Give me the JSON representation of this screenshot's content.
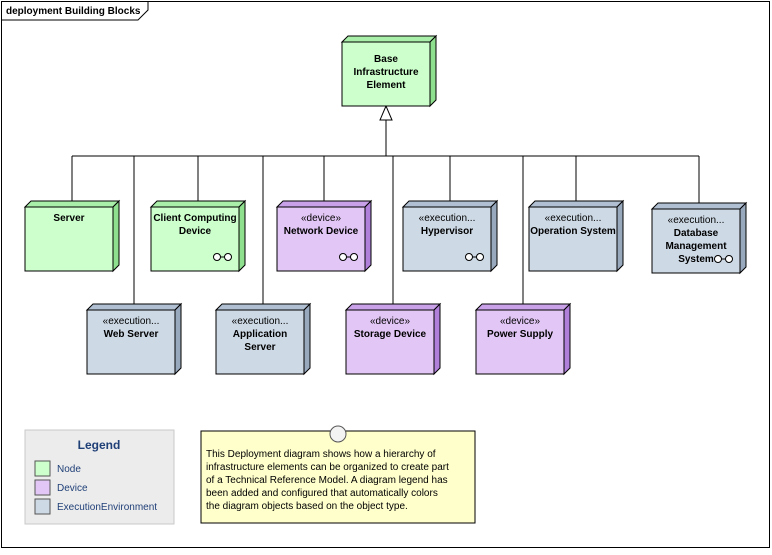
{
  "diagram": {
    "frame_title": "deployment Building Blocks",
    "colors": {
      "node_front": "#ccffcc",
      "node_side": "#8ee08e",
      "node_top": "#a9eea9",
      "device_front": "#e2c6f5",
      "device_side": "#b07fd9",
      "device_top": "#c9a1e8",
      "exec_front": "#cdd9e5",
      "exec_side": "#98a9bd",
      "exec_top": "#b0c0d2",
      "line": "#000000",
      "legend_bg": "#ececec",
      "note_bg": "#ffffcc"
    },
    "elements": [
      {
        "id": "base",
        "kind": "node",
        "stereotype": "",
        "lines": [
          "Base",
          "Infrastructure",
          "Element"
        ],
        "icon": false
      },
      {
        "id": "server",
        "kind": "node",
        "stereotype": "",
        "lines": [
          "Server"
        ],
        "icon": false
      },
      {
        "id": "client",
        "kind": "node",
        "stereotype": "",
        "lines": [
          "Client Computing",
          "Device"
        ],
        "icon": true
      },
      {
        "id": "network",
        "kind": "device",
        "stereotype": "«device»",
        "lines": [
          "Network Device"
        ],
        "icon": true
      },
      {
        "id": "hypervisor",
        "kind": "exec",
        "stereotype": "«execution...",
        "lines": [
          "Hypervisor"
        ],
        "icon": true
      },
      {
        "id": "os",
        "kind": "exec",
        "stereotype": "«execution...",
        "lines": [
          "Operation System"
        ],
        "icon": false
      },
      {
        "id": "dbms",
        "kind": "exec",
        "stereotype": "«execution...",
        "lines": [
          "Database",
          "Management",
          "System"
        ],
        "icon": true
      },
      {
        "id": "web",
        "kind": "exec",
        "stereotype": "«execution...",
        "lines": [
          "Web Server"
        ],
        "icon": false
      },
      {
        "id": "app",
        "kind": "exec",
        "stereotype": "«execution...",
        "lines": [
          "Application",
          "Server"
        ],
        "icon": false
      },
      {
        "id": "storage",
        "kind": "device",
        "stereotype": "«device»",
        "lines": [
          "Storage Device"
        ],
        "icon": false
      },
      {
        "id": "power",
        "kind": "device",
        "stereotype": "«device»",
        "lines": [
          "Power Supply"
        ],
        "icon": false
      }
    ],
    "legend": {
      "title": "Legend",
      "items": [
        {
          "label": "Node",
          "kind": "node"
        },
        {
          "label": "Device",
          "kind": "device"
        },
        {
          "label": "ExecutionEnvironment",
          "kind": "exec"
        }
      ]
    },
    "note": {
      "lines": [
        "This Deployment diagram shows how a hierarchy of",
        "infrastructure elements can be organized to create part",
        "of a Technical Reference Model. A diagram legend has",
        "been added and configured that automatically colors",
        "the diagram objects based on the object type."
      ]
    }
  }
}
